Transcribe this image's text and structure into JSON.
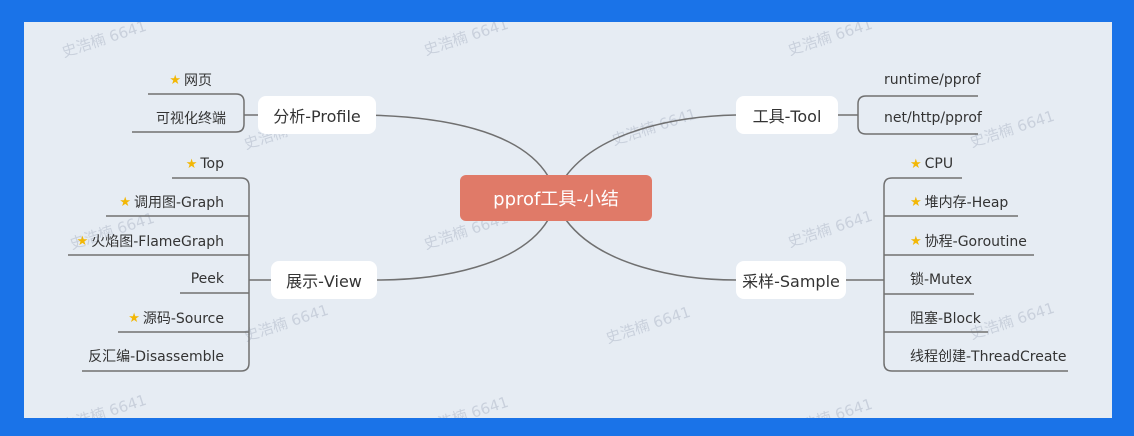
{
  "mindmap": {
    "center": "pprof工具-小结",
    "watermark": "史浩楠 6641",
    "colors": {
      "frame": "#1a73e8",
      "canvas": "#e6ecf3",
      "center": "#e07a68",
      "line": "#666666",
      "star": "#f2b705"
    },
    "branches": {
      "profile": {
        "label": "分析-Profile",
        "leaves": [
          {
            "label": "网页",
            "star": true
          },
          {
            "label": "可视化终端",
            "star": false
          }
        ]
      },
      "view": {
        "label": "展示-View",
        "leaves": [
          {
            "label": "Top",
            "star": true
          },
          {
            "label": "调用图-Graph",
            "star": true
          },
          {
            "label": "火焰图-FlameGraph",
            "star": true
          },
          {
            "label": "Peek",
            "star": false
          },
          {
            "label": "源码-Source",
            "star": true
          },
          {
            "label": "反汇编-Disassemble",
            "star": false
          }
        ]
      },
      "tool": {
        "label": "工具-Tool",
        "leaves": [
          {
            "label": "runtime/pprof",
            "star": false
          },
          {
            "label": "net/http/pprof",
            "star": false
          }
        ]
      },
      "sample": {
        "label": "采样-Sample",
        "leaves": [
          {
            "label": "CPU",
            "star": true
          },
          {
            "label": "堆内存-Heap",
            "star": true
          },
          {
            "label": "协程-Goroutine",
            "star": true
          },
          {
            "label": "锁-Mutex",
            "star": false
          },
          {
            "label": "阻塞-Block",
            "star": false
          },
          {
            "label": "线程创建-ThreadCreate",
            "star": false
          }
        ]
      }
    }
  }
}
